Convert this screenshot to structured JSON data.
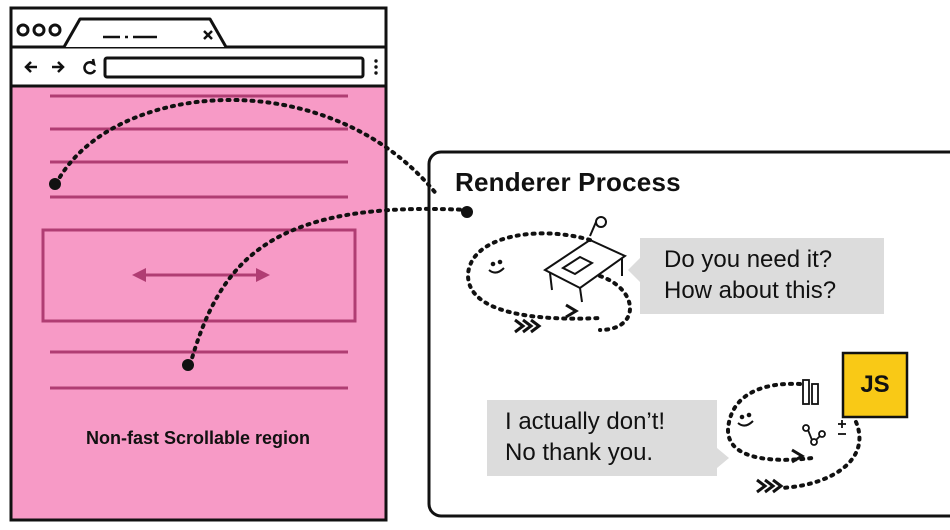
{
  "diagram": {
    "region_label": "Non-fast Scrollable region",
    "renderer_title": "Renderer Process",
    "bubble_question_lines": [
      "Do you need it?",
      "How about this?"
    ],
    "bubble_answer_lines": [
      "I actually don’t!",
      "No thank you."
    ],
    "js_badge": "JS",
    "colors": {
      "page_pink": "#f79ac6",
      "line_magenta": "#b03d73",
      "js_yellow": "#f9c916",
      "bubble_gray": "#dcdcdc",
      "outline": "#111111"
    },
    "icons": [
      "back-arrow-icon",
      "forward-arrow-icon",
      "reload-icon",
      "menu-dots-icon",
      "close-icon",
      "smiley-icon",
      "desk-icon",
      "chevron-icon",
      "tools-icon"
    ]
  }
}
